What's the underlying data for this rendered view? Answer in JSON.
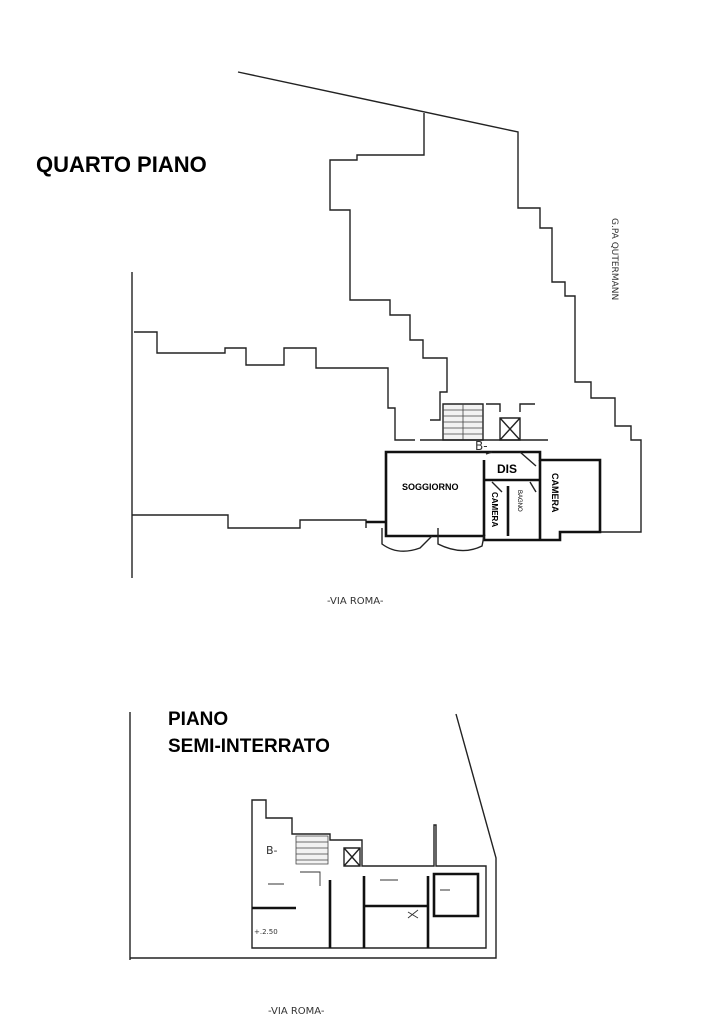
{
  "headings": {
    "top": "QUARTO PIANO",
    "bottom_line1": "PIANO",
    "bottom_line2": "SEMI-INTERRATO"
  },
  "rooms": {
    "soggiorno": "SOGGIORNO",
    "dis": "DIS",
    "camera_large": "CAMERA",
    "camera_small": "CAMERA",
    "bagno": "BAGNO"
  },
  "markers": {
    "stair_b_top": "B-",
    "stair_b_bottom": "B-",
    "level": "+.2.50"
  },
  "streets": {
    "top": "-VIA ROMA-",
    "bottom": "-VIA ROMA-",
    "side": "G.PA QUTERMANN"
  }
}
